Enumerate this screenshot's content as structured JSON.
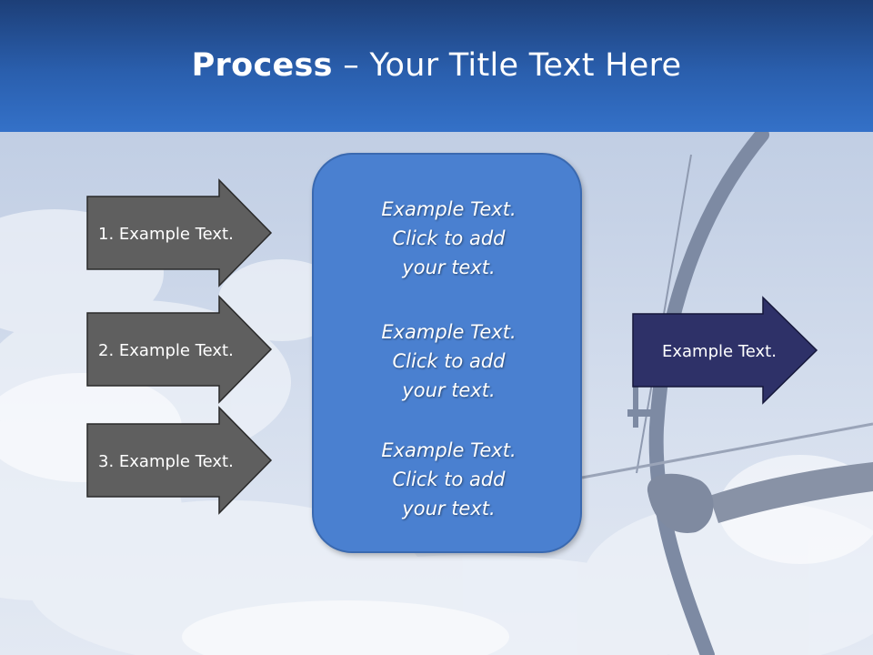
{
  "slide": {
    "title_bold": "Process",
    "title_rest": " – Your Title Text Here"
  },
  "left_arrows": [
    {
      "label": "1. Example Text."
    },
    {
      "label": "2. Example Text."
    },
    {
      "label": "3. Example Text."
    }
  ],
  "center_box": {
    "paragraphs": [
      {
        "line1": "Example Text.",
        "line2": "Click  to add",
        "line3": "your text."
      },
      {
        "line1": "Example Text.",
        "line2": "Click  to add",
        "line3": "your text."
      },
      {
        "line1": "Example Text.",
        "line2": "Click  to add",
        "line3": "your text."
      }
    ]
  },
  "right_arrow": {
    "label": "Example Text."
  },
  "colors": {
    "header": "#2a5fae",
    "left_arrow_fill": "#5f5f5f",
    "center_box_fill": "#4a80d0",
    "right_arrow_fill": "#2e3168"
  }
}
